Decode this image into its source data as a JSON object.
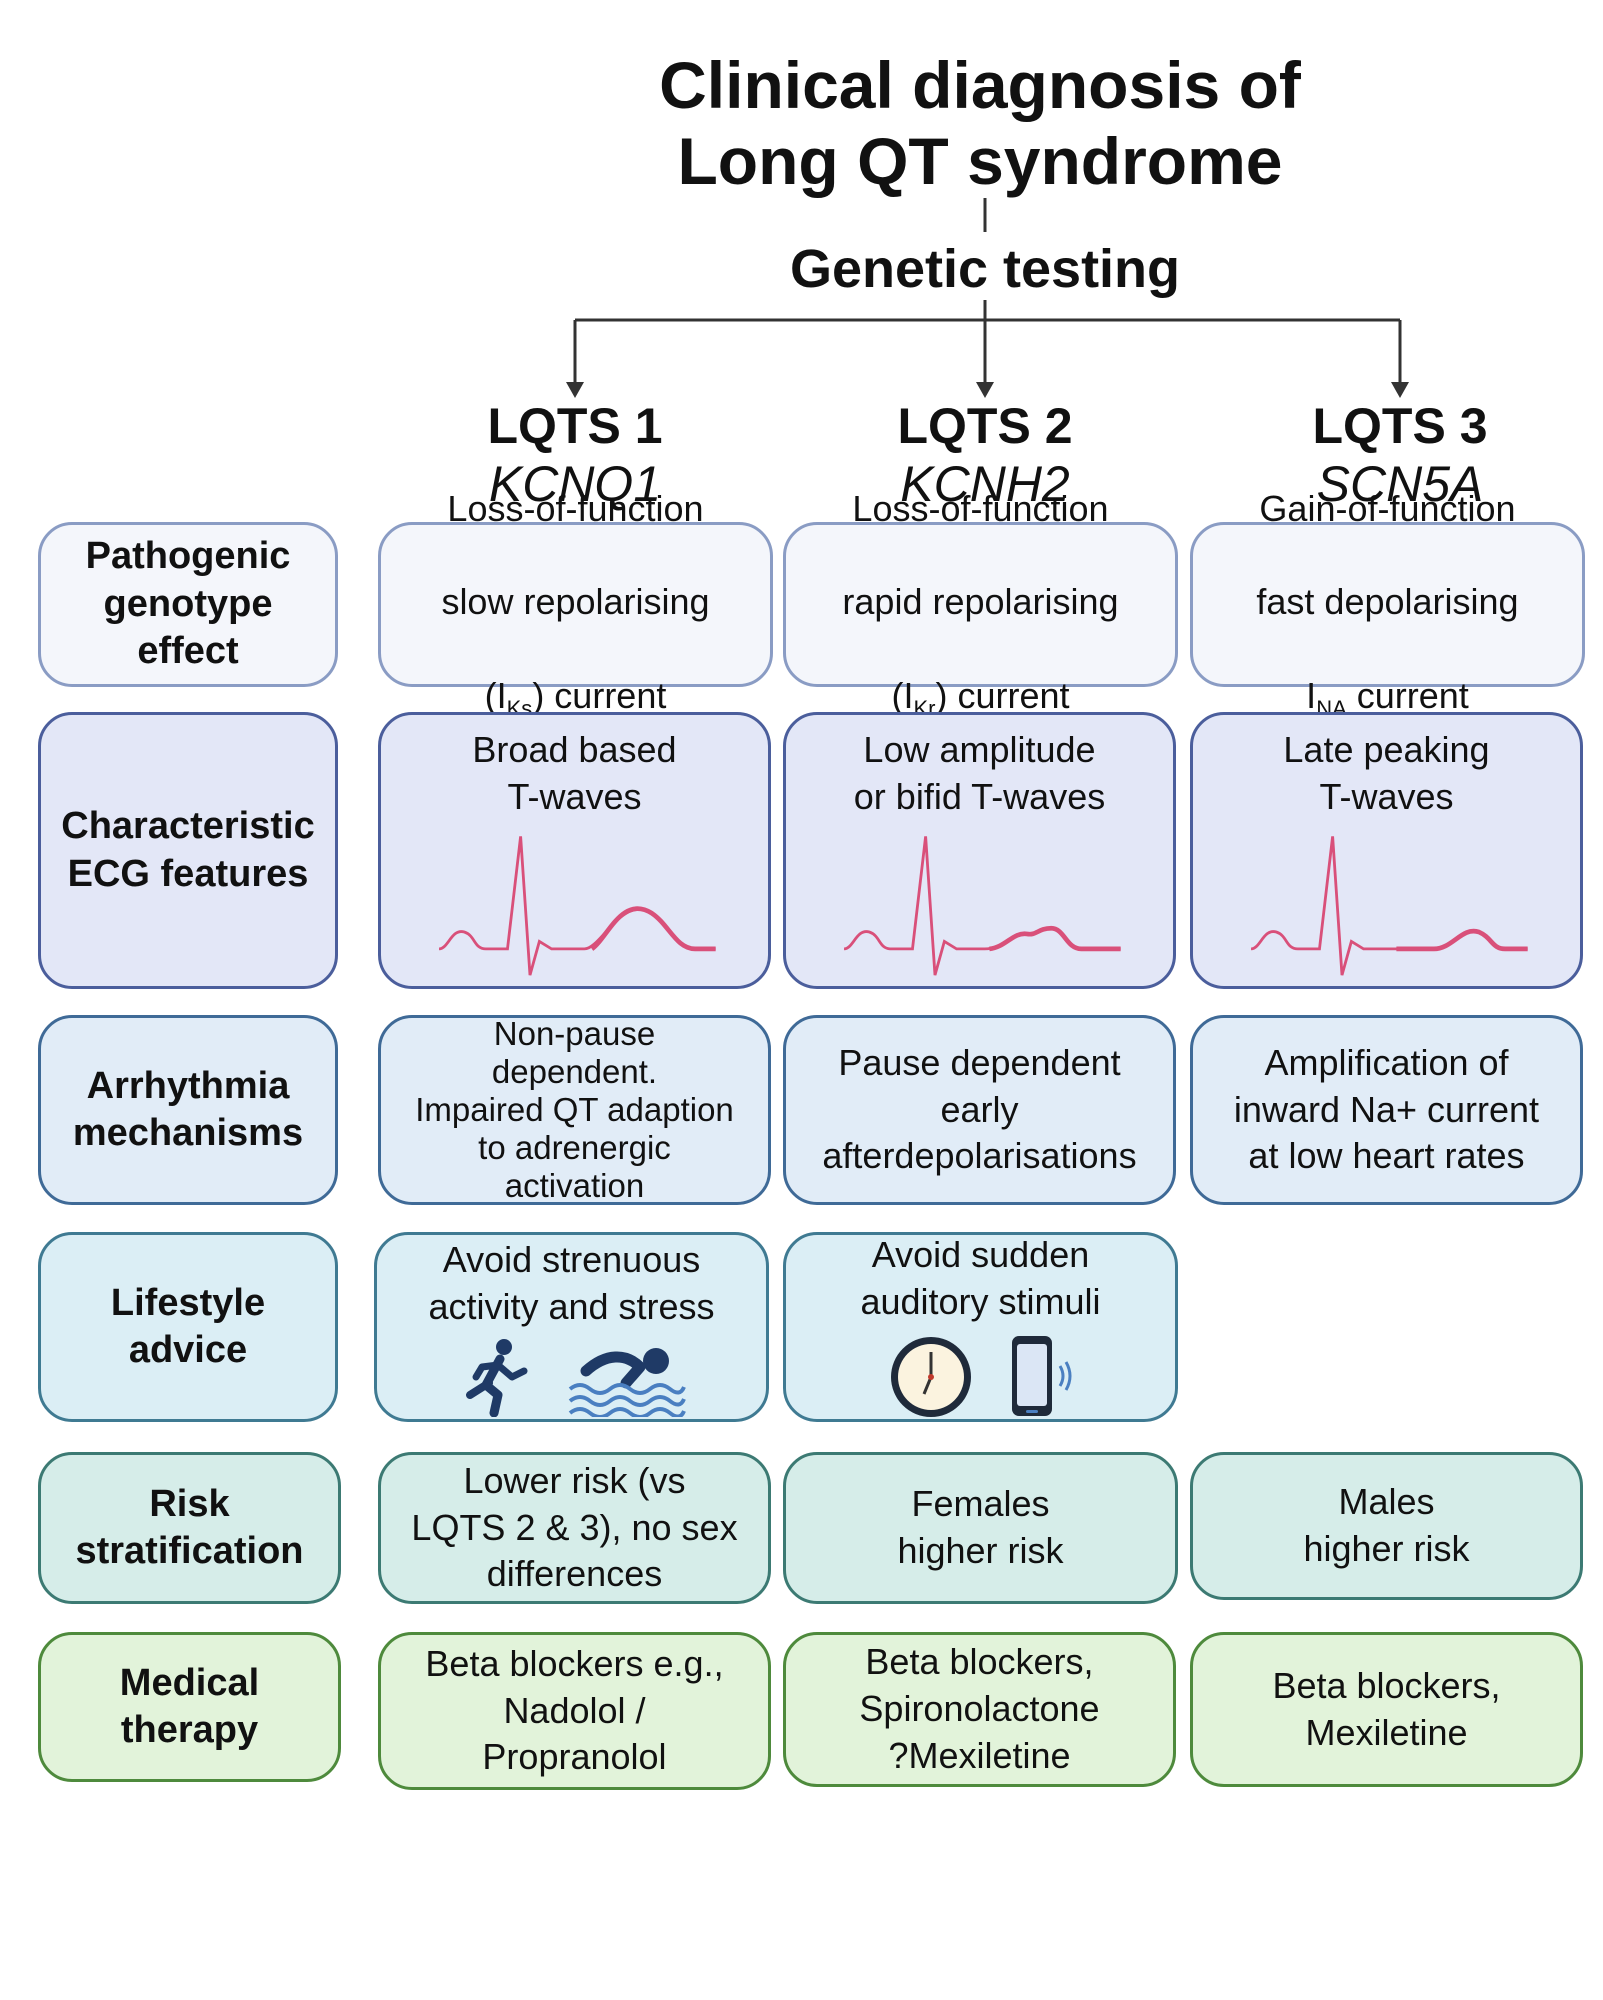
{
  "title": [
    "Clinical diagnosis of",
    "Long QT syndrome"
  ],
  "subtitle": "Genetic testing",
  "columns": [
    {
      "name": "LQTS 1",
      "gene": "KCNQ1"
    },
    {
      "name": "LQTS 2",
      "gene": "KCNH2"
    },
    {
      "name": "LQTS 3",
      "gene": "SCN5A"
    }
  ],
  "rows": {
    "pathogenic": {
      "label": "Pathogenic\ngenotype\neffect",
      "cells": [
        {
          "line1": "Loss-of-function",
          "line2": "slow repolarising",
          "pre": "(I",
          "sub": "Ks",
          "post": ") current"
        },
        {
          "line1": "Loss-of-function",
          "line2": "rapid repolarising",
          "pre": "(I",
          "sub": "Kr",
          "post": ") current"
        },
        {
          "line1": "Gain-of-function",
          "line2": "fast depolarising",
          "pre": "I",
          "sub": "NA",
          "post": " current"
        }
      ]
    },
    "ecg": {
      "label": "Characteristic\nECG features",
      "cells": [
        "Broad based\nT-waves",
        "Low amplitude\nor bifid T-waves",
        "Late peaking\nT-waves"
      ],
      "waveform_color": "#d9507a"
    },
    "arrhythmia": {
      "label": "Arrhythmia\nmechanisms",
      "cells": [
        "Non-pause\ndependent.\nImpaired QT adaption\nto adrenergic\nactivation",
        "Pause dependent\nearly\nafterdepolarisations",
        "Amplification of\ninward Na+ current\nat low heart rates"
      ]
    },
    "lifestyle": {
      "label": "Lifestyle\nadvice",
      "cells": [
        {
          "text": "Avoid strenuous\nactivity and stress",
          "icons": [
            "running-person-icon",
            "swimmer-icon"
          ]
        },
        {
          "text": "Avoid sudden\nauditory stimuli",
          "icons": [
            "alarm-clock-icon",
            "ringing-phone-icon"
          ]
        }
      ]
    },
    "risk": {
      "label": "Risk\nstratification",
      "cells": [
        "Lower risk (vs\nLQTS 2 & 3), no sex\ndifferences",
        "Females\nhigher risk",
        "Males\nhigher risk"
      ]
    },
    "therapy": {
      "label": "Medical\ntherapy",
      "cells": [
        "Beta blockers e.g.,\nNadolol /\nPropranolol",
        "Beta blockers,\nSpironolactone\n?Mexiletine",
        "Beta blockers,\nMexiletine"
      ]
    }
  },
  "colors": {
    "icon_dark": "#1f3a66",
    "icon_blue": "#4a7fc1",
    "connector": "#333333"
  }
}
